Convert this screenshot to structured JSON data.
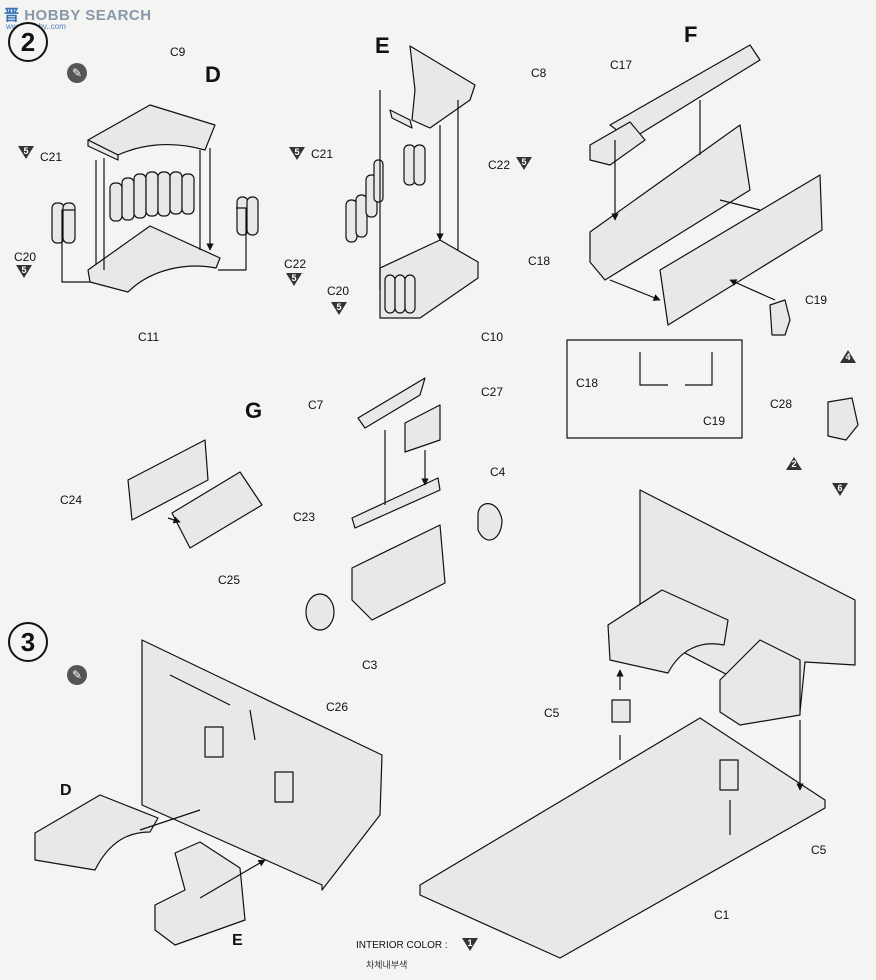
{
  "watermark": {
    "text": "HOBBY SEARCH",
    "cn": "晋",
    "url": "www.hobby..com"
  },
  "steps": {
    "two": "2",
    "three": "3"
  },
  "sections": {
    "D": "D",
    "E": "E",
    "F": "F",
    "G": "G",
    "D2": "D",
    "E2": "E"
  },
  "parts": {
    "C9": "C9",
    "C21a": "C21",
    "C20a": "C20",
    "C22a": "C22",
    "C11": "C11",
    "C8": "C8",
    "C21b": "C21",
    "C22b": "C22",
    "C20b": "C20",
    "C10": "C10",
    "C17": "C17",
    "C18": "C18",
    "C19": "C19",
    "C18i": "C18",
    "C19i": "C19",
    "C28": "C28",
    "C7": "C7",
    "C27": "C27",
    "C24": "C24",
    "C25": "C25",
    "C23": "C23",
    "C4": "C4",
    "C3": "C3",
    "C26": "C26",
    "C5a": "C5",
    "C5b": "C5",
    "C1": "C1"
  },
  "color_refs": {
    "c21a": "5",
    "c20a": "5",
    "c22a": "5",
    "c21b": "5",
    "c22b": "5",
    "c20b": "5",
    "m4": "4",
    "m2": "2",
    "m6": "6",
    "footer": "1"
  },
  "footer": {
    "label": "INTERIOR COLOR :",
    "korean": "차체내부색"
  },
  "icons": {
    "paint": "paint-brush-icon",
    "marker": "paint-color-marker-icon"
  },
  "colors": {
    "ink": "#111111",
    "part_fill": "#e8e8e6",
    "paper": "#f4f4f2",
    "marker": "#333333"
  }
}
